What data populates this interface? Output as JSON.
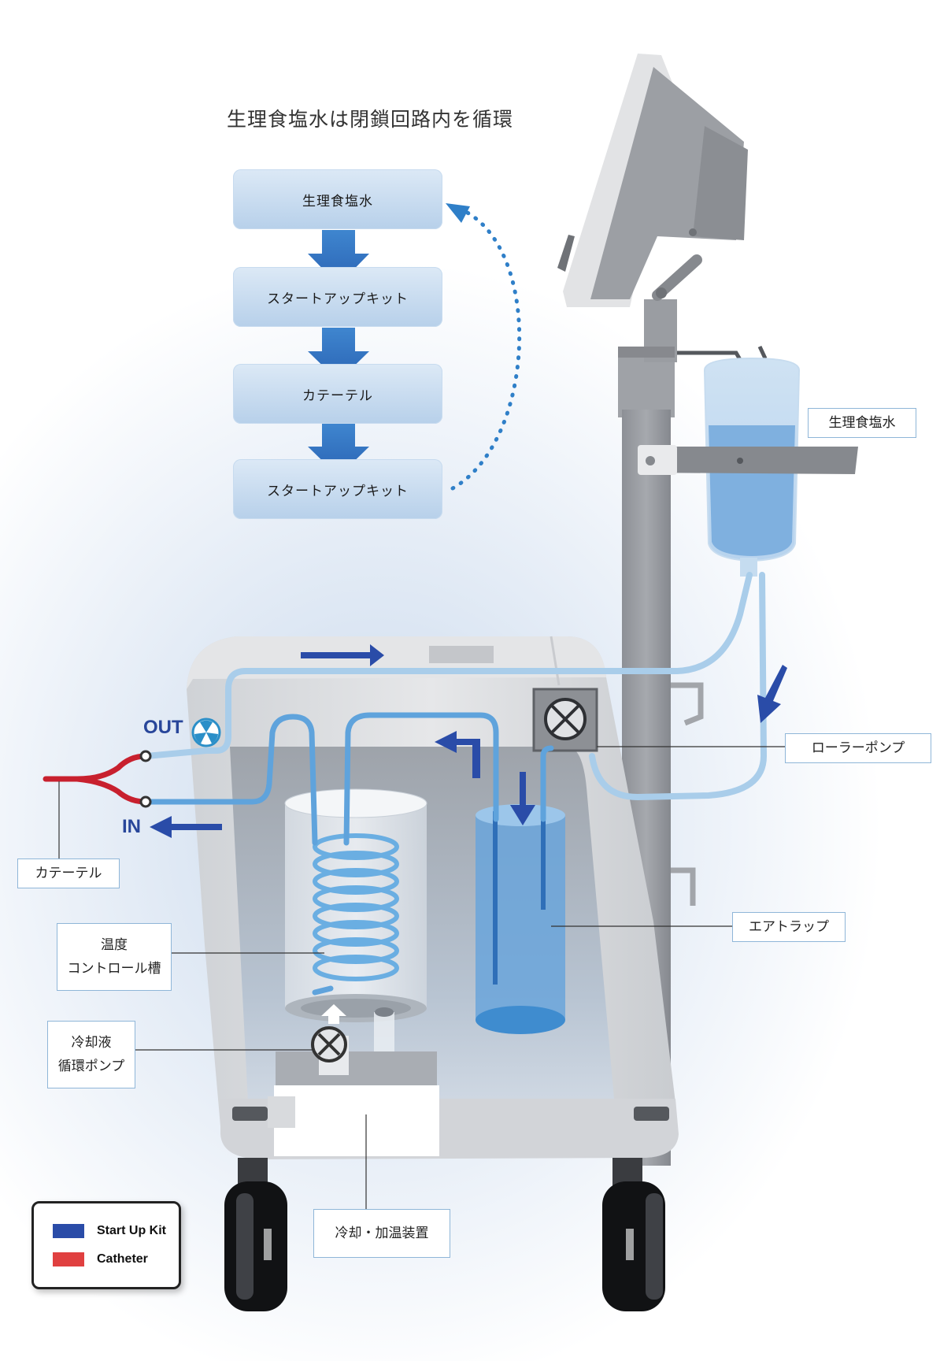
{
  "title": "生理食塩水は閉鎖回路内を循環",
  "flow_steps": [
    {
      "label": "生理食塩水"
    },
    {
      "label": "スタートアップキット"
    },
    {
      "label": "カテーテル"
    },
    {
      "label": "スタートアップキット"
    }
  ],
  "callouts": {
    "saline": "生理食塩水",
    "roller_pump": "ローラーポンプ",
    "catheter": "カテーテル",
    "air_trap": "エアトラップ",
    "temp_line1": "温度",
    "temp_line2": "コントロール槽",
    "coolant_line1": "冷却液",
    "coolant_line2": "循環ポンプ",
    "cooling_heating": "冷却・加温装置"
  },
  "ports": {
    "out": "OUT",
    "in": "IN"
  },
  "legend": [
    {
      "label": "Start Up Kit",
      "color": "#2a4ca8"
    },
    {
      "label": "Catheter",
      "color": "#e04040"
    }
  ],
  "colors": {
    "tube_light": "#a9cdea",
    "tube_mid": "#5fa3dc",
    "arrow_dark": "#2a4ca8",
    "catheter_red": "#c8202e",
    "body_gray": "#d9dbde",
    "panel_gray": "#b9bdc3"
  }
}
